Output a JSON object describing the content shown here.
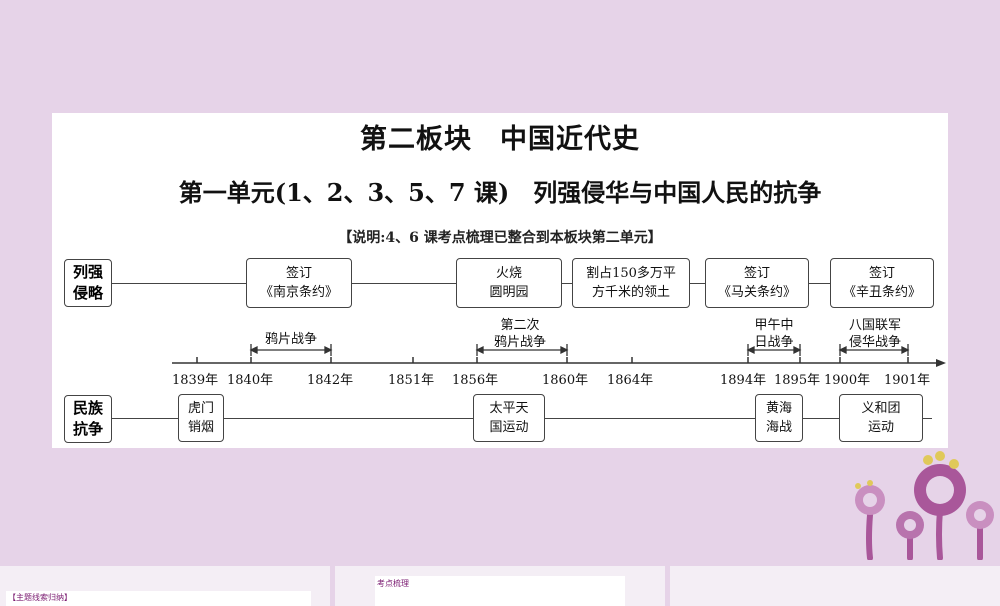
{
  "document": {
    "title": "第二板块　中国近代史",
    "subtitle": "第一单元(1、2、3、5、7 课)　列强侵华与中国人民的抗争",
    "note": "【说明:4、6 课考点梳理已整合到本板块第二单元】"
  },
  "rows": {
    "top_label": "列强\n侵略",
    "bottom_label": "民族\n抗争"
  },
  "aggression_events": [
    "签订\n《南京条约》",
    "火烧\n圆明园",
    "割占150多万平\n方千米的领土",
    "签订\n《马关条约》",
    "签订\n《辛丑条约》"
  ],
  "wars": [
    "鸦片战争",
    "第二次\n鸦片战争",
    "甲午中\n日战争",
    "八国联军\n侵华战争"
  ],
  "years": [
    "1839年",
    "1840年",
    "1842年",
    "1851年",
    "1856年",
    "1860年",
    "1864年",
    "1894年",
    "1895年",
    "1900年",
    "1901年"
  ],
  "resistance_events": [
    "虎门\n销烟",
    "太平天\n国运动",
    "黄海\n海战",
    "义和团\n运动"
  ],
  "thumbnails": {
    "left_header": "【主题线索归纳】",
    "middle_header": "考点梳理"
  },
  "colors": {
    "background": "#e6d3e8",
    "decoration": "#a9579a"
  }
}
